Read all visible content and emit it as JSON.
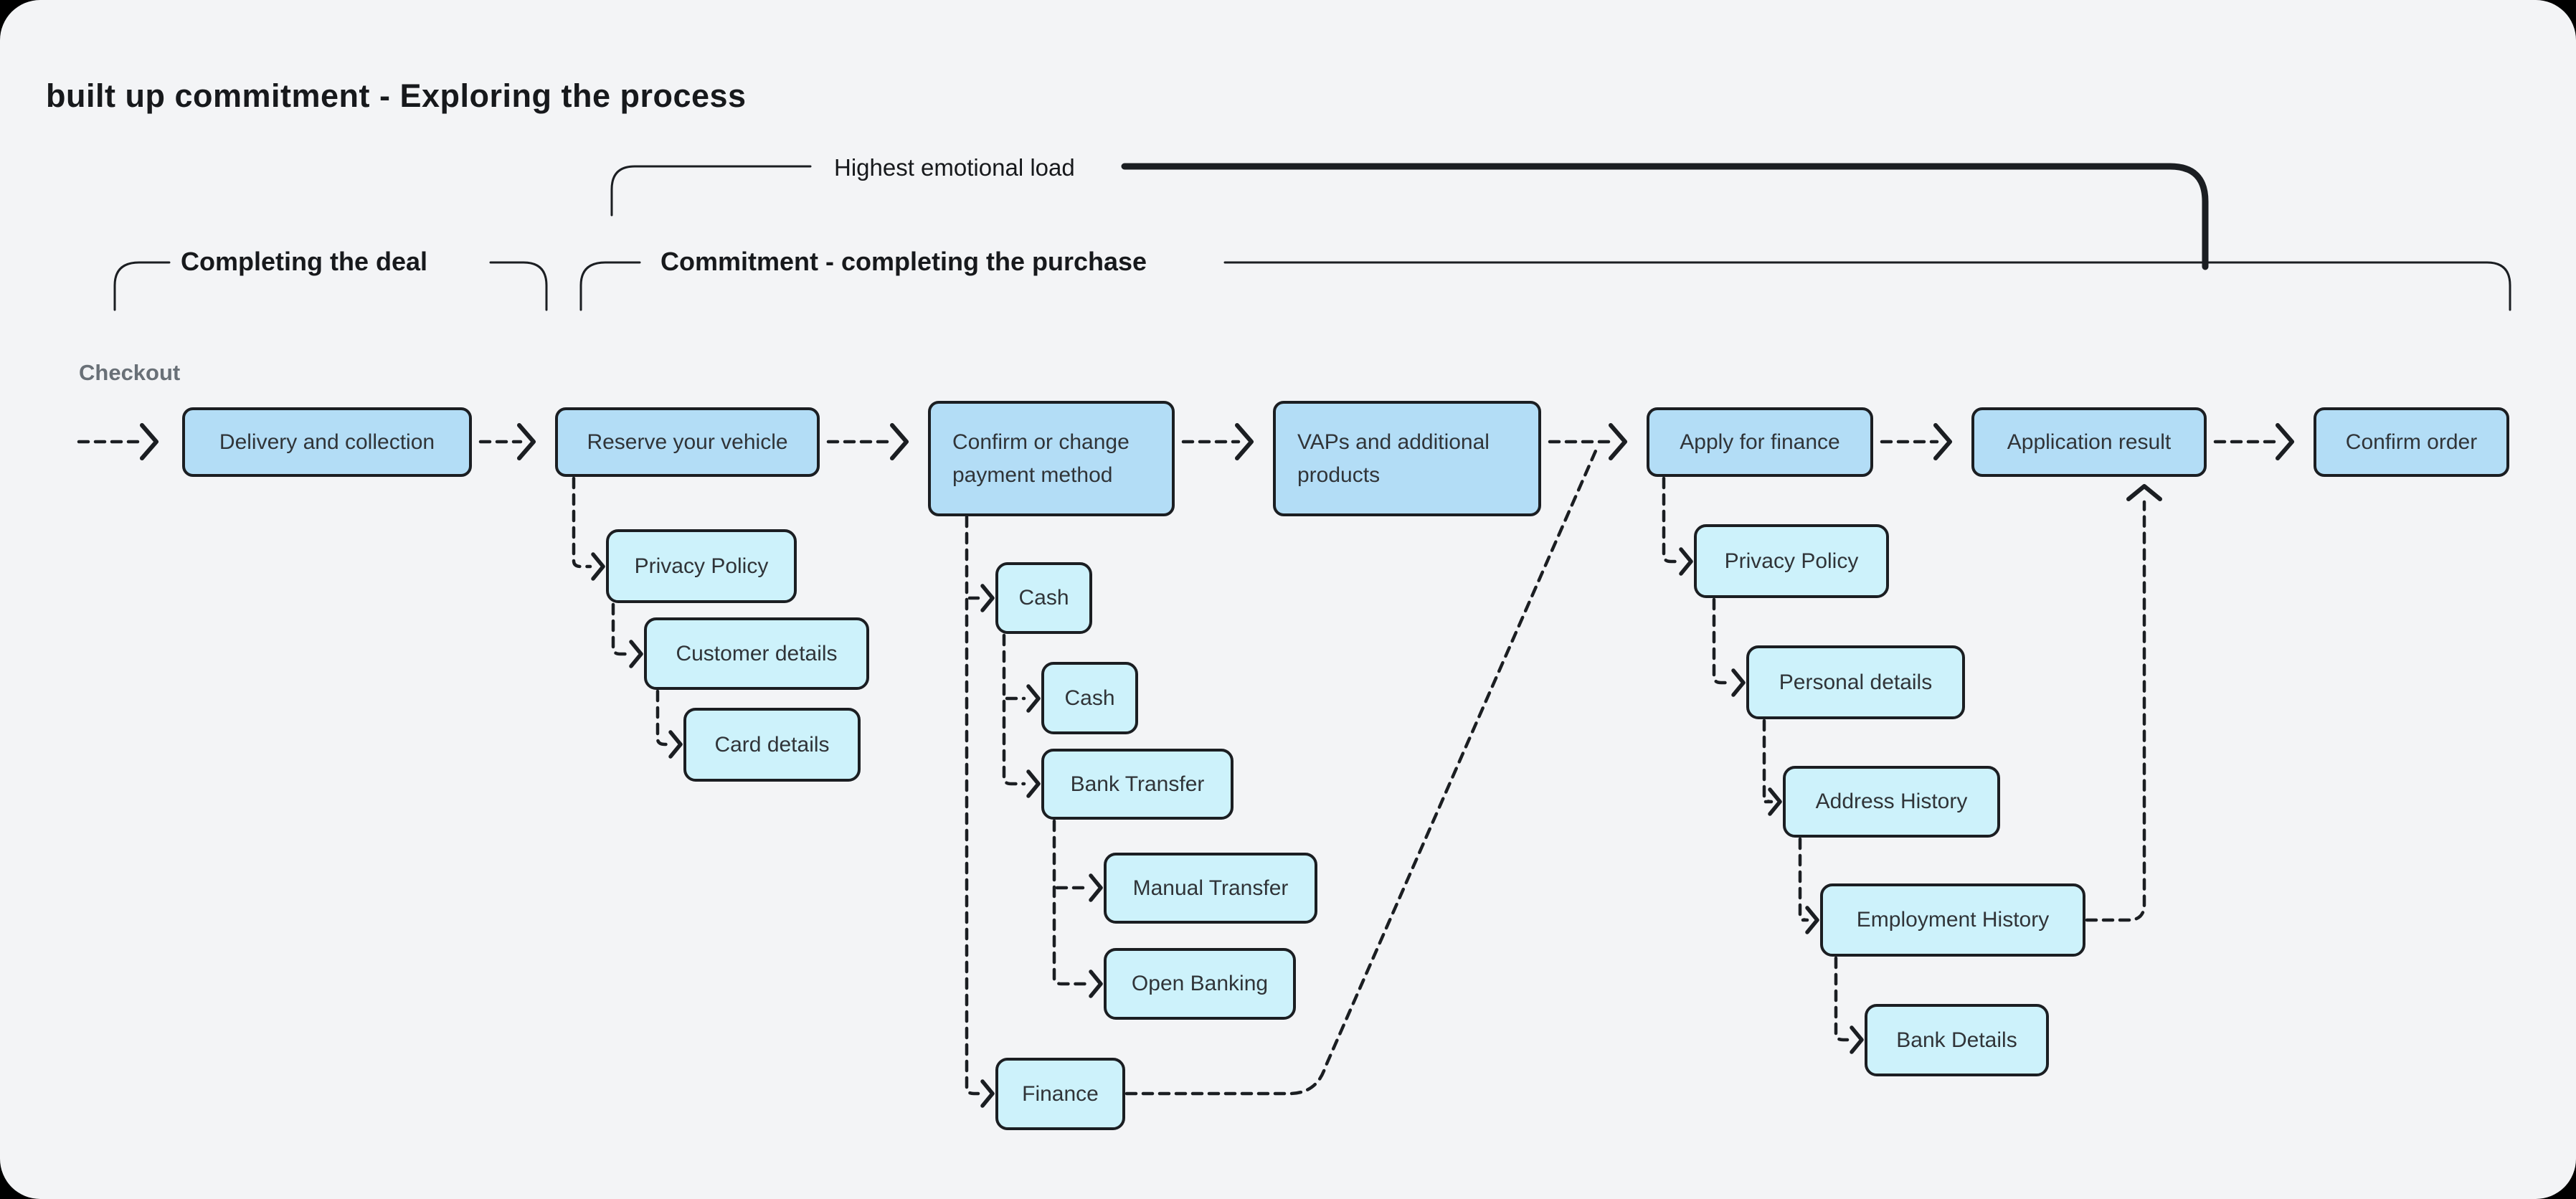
{
  "title": "built up commitment - Exploring the process",
  "labels": {
    "highest_emotional_load": "Highest emotional load",
    "completing_the_deal": "Completing the deal",
    "commitment_purchase": "Commitment - completing the purchase",
    "checkout": "Checkout"
  },
  "colors": {
    "backdrop": "#000000",
    "canvas_bg": "#f3f4f6",
    "main_node_fill": "#b3ddf6",
    "sub_node_fill": "#cdf2fb",
    "node_border": "#1b1e22",
    "connector": "#1b1e22",
    "title_text": "#17191c",
    "section_label_text": "#697077",
    "node_text": "#303438"
  },
  "nodes": {
    "main": [
      {
        "label": "Delivery and collection"
      },
      {
        "label": "Reserve your vehicle"
      },
      {
        "label": "Confirm or change payment method"
      },
      {
        "label": "VAPs and additional products"
      },
      {
        "label": "Apply for finance"
      },
      {
        "label": "Application result"
      },
      {
        "label": "Confirm order"
      }
    ],
    "reserve_sub": [
      {
        "label": "Privacy Policy"
      },
      {
        "label": "Customer details"
      },
      {
        "label": "Card details"
      }
    ],
    "payment_sub": [
      {
        "label": "Cash"
      },
      {
        "label": "Cash"
      },
      {
        "label": "Bank Transfer"
      },
      {
        "label": "Manual Transfer"
      },
      {
        "label": "Open Banking"
      },
      {
        "label": "Finance"
      }
    ],
    "finance_sub": [
      {
        "label": "Privacy Policy"
      },
      {
        "label": "Personal details"
      },
      {
        "label": "Address History"
      },
      {
        "label": "Employment History"
      },
      {
        "label": "Bank Details"
      }
    ]
  }
}
